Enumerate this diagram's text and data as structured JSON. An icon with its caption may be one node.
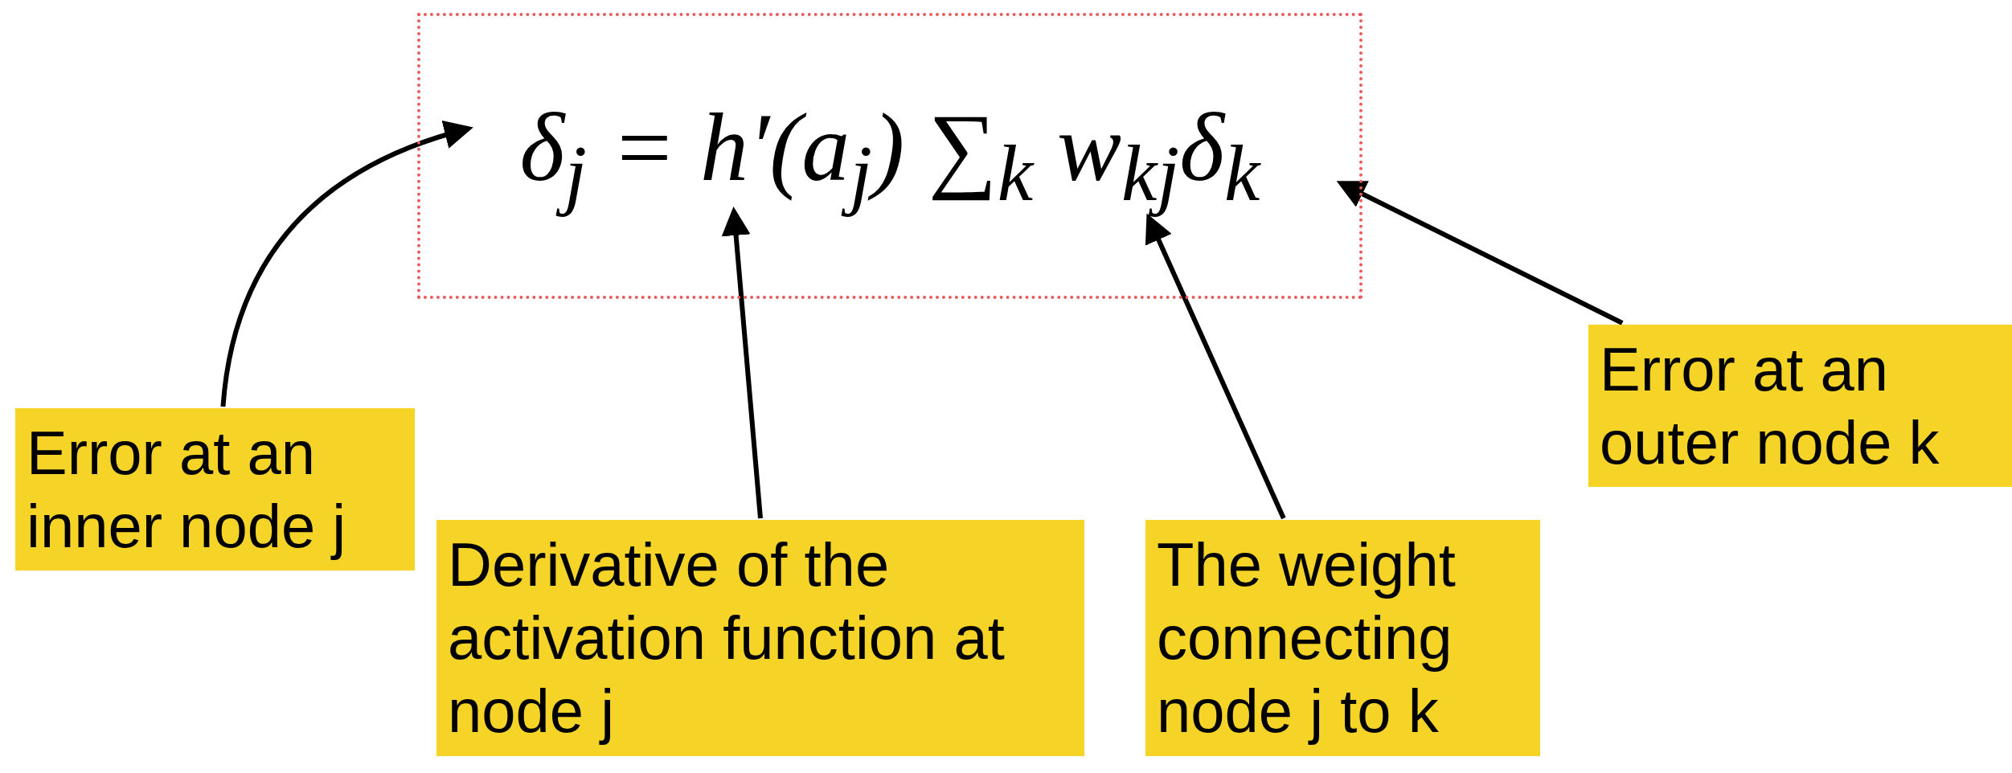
{
  "diagram": {
    "nodes": [
      {
        "text": [
          "δ$_{j}$ = h′(a$_{j}$) ∑$_{k}$ w$_{kj}$δ$_{k}$"
        ]
      },
      {
        "text": [
          "Error at an inner node j"
        ]
      },
      {
        "text": [
          "Derivative of the activation function at node j"
        ]
      },
      {
        "text": [
          "The weight connecting node j to k"
        ]
      },
      {
        "text": [
          "Error at an outer node k"
        ]
      }
    ],
    "edges": [
      {
        "from": 1,
        "to": 0,
        "arrow": "to"
      },
      {
        "from": 2,
        "to": 0,
        "arrow": "to"
      },
      {
        "from": 3,
        "to": 0,
        "arrow": "to"
      },
      {
        "from": 4,
        "to": 0,
        "arrow": "to"
      }
    ]
  }
}
